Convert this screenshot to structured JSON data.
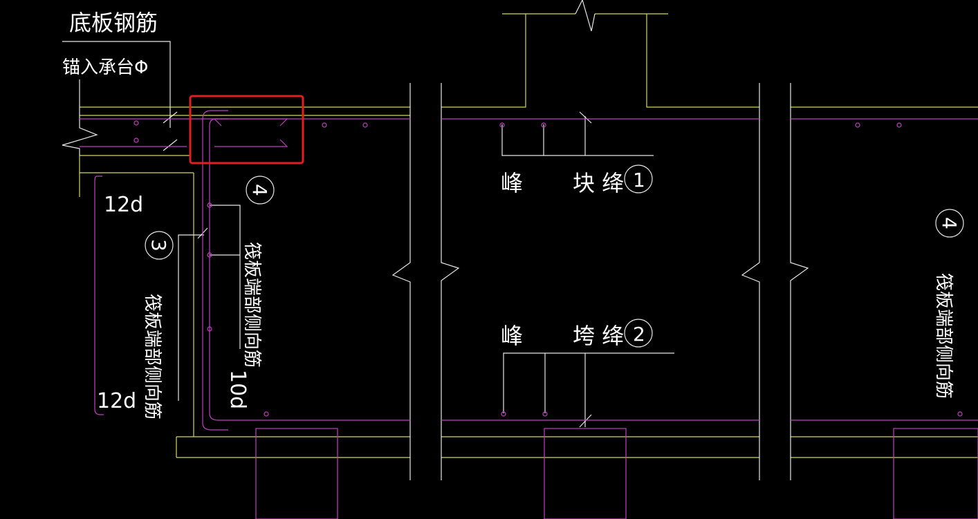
{
  "colors": {
    "background": "#000000",
    "yellow": "#d8d860",
    "magenta": "#c040c0",
    "white": "#e8e8e8",
    "highlight": "#e02020"
  },
  "labels": {
    "bottom_rebar": "底板钢筋",
    "anchor": "锚入承台Φ",
    "dim_12d_top": "12d",
    "dim_12d_bottom": "12d",
    "dim_10d": "10d",
    "side_rebar_left": "筏板端部侧向筋",
    "side_rebar_center": "筏板端部侧向筋",
    "side_rebar_right": "筏板端部侧向筋",
    "note1_a": "峰",
    "note1_b": "块 绛",
    "note2_a": "峰",
    "note2_b": "垮 绛",
    "circle_1": "1",
    "circle_2": "2",
    "circle_3": "3",
    "circle_4a": "4",
    "circle_4b": "4"
  },
  "icons": {
    "highlight_box": "red-rectangle",
    "break_symbol": "zigzag-break"
  }
}
